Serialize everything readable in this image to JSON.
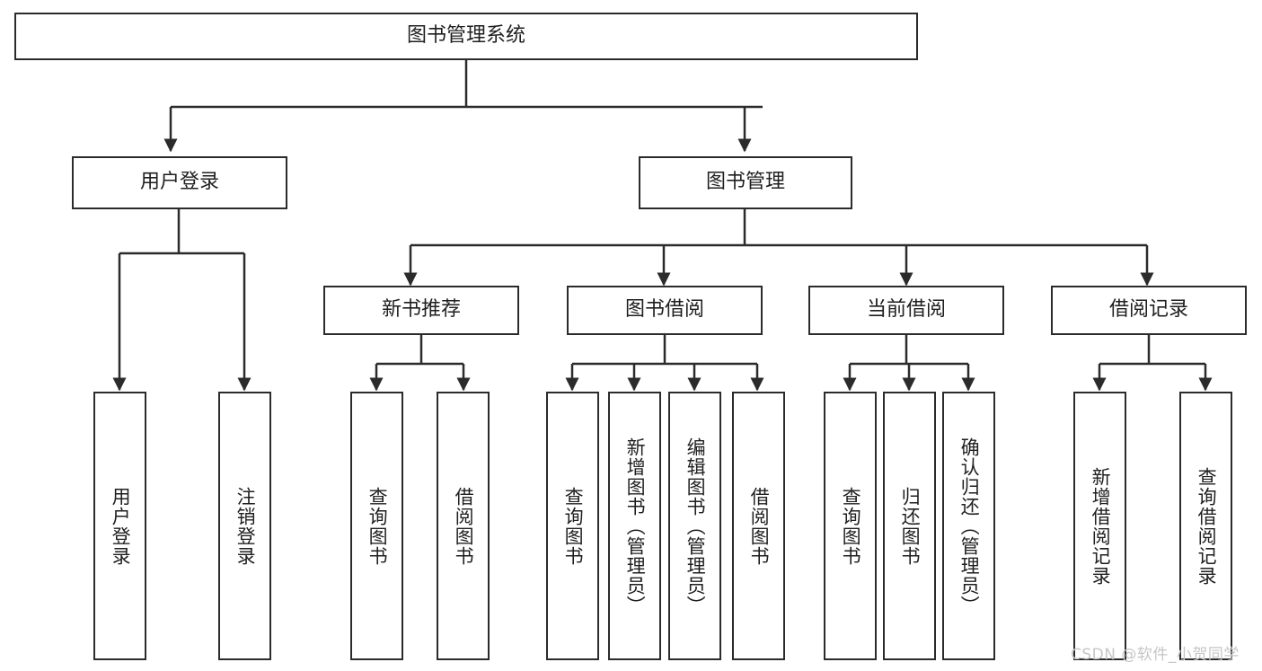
{
  "diagram": {
    "type": "hierarchy-tree",
    "title": "图书管理系统",
    "root": {
      "label": "图书管理系统"
    },
    "level1": [
      {
        "label": "用户登录"
      },
      {
        "label": "图书管理"
      }
    ],
    "level2": [
      {
        "label": "新书推荐",
        "parent": "图书管理"
      },
      {
        "label": "图书借阅",
        "parent": "图书管理"
      },
      {
        "label": "当前借阅",
        "parent": "图书管理"
      },
      {
        "label": "借阅记录",
        "parent": "图书管理"
      }
    ],
    "leaves": {
      "user_login": [
        {
          "label": "用户登录"
        },
        {
          "label": "注销登录"
        }
      ],
      "new_book_recommend": [
        {
          "label": "查询图书"
        },
        {
          "label": "借阅图书"
        }
      ],
      "book_borrow": [
        {
          "label": "查询图书"
        },
        {
          "label": "新增图书（管理员）"
        },
        {
          "label": "编辑图书（管理员）"
        },
        {
          "label": "借阅图书"
        }
      ],
      "current_borrow": [
        {
          "label": "查询图书"
        },
        {
          "label": "归还图书"
        },
        {
          "label": "确认归还（管理员）"
        }
      ],
      "borrow_records": [
        {
          "label": "新增借阅记录"
        },
        {
          "label": "查询借阅记录"
        }
      ]
    }
  },
  "watermark": {
    "text": "CSDN @软件_小贺同学"
  },
  "colors": {
    "stroke": "#2b2b2b",
    "fill": "#ffffff",
    "text": "#1f1f1f",
    "watermark": "#c6c6c6"
  }
}
